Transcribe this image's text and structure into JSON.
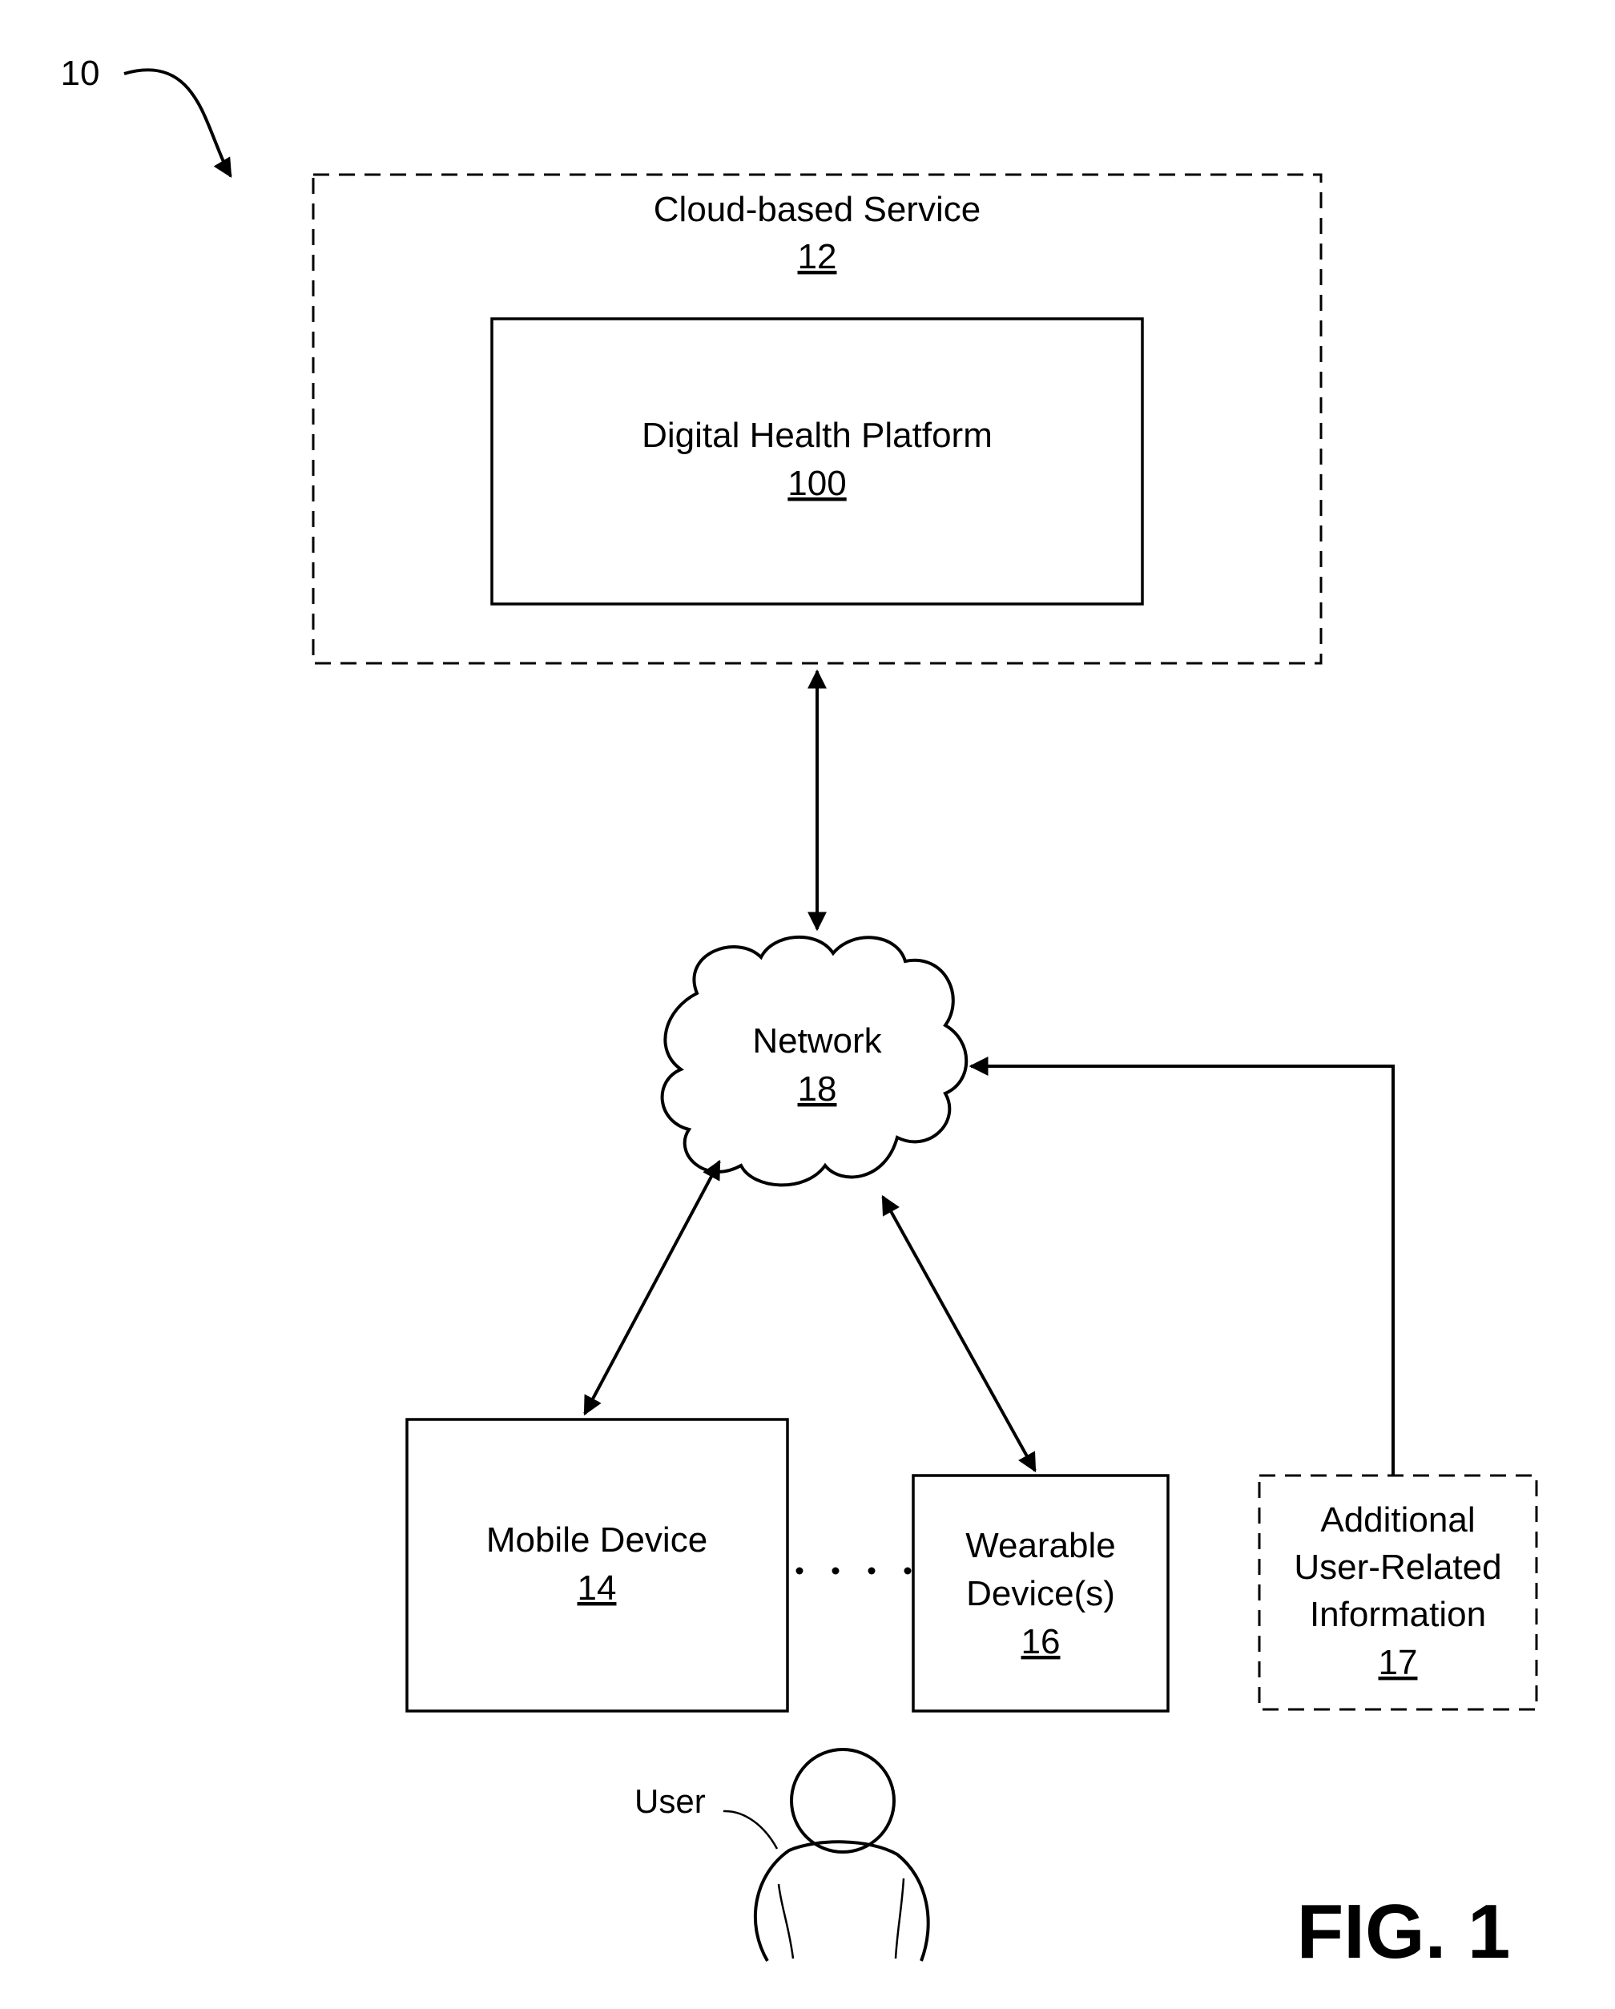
{
  "figure": {
    "reference_numeral": "10",
    "label": "FIG. 1"
  },
  "cloud_service": {
    "title": "Cloud-based Service",
    "ref": "12"
  },
  "platform": {
    "title": "Digital Health Platform",
    "ref": "100"
  },
  "network": {
    "title": "Network",
    "ref": "18"
  },
  "mobile_device": {
    "title": "Mobile Device",
    "ref": "14"
  },
  "wearable": {
    "title_line1": "Wearable",
    "title_line2": "Device(s)",
    "ref": "16"
  },
  "additional_info": {
    "title_line1": "Additional",
    "title_line2": "User-Related",
    "title_line3": "Information",
    "ref": "17"
  },
  "user": {
    "label": "User"
  }
}
